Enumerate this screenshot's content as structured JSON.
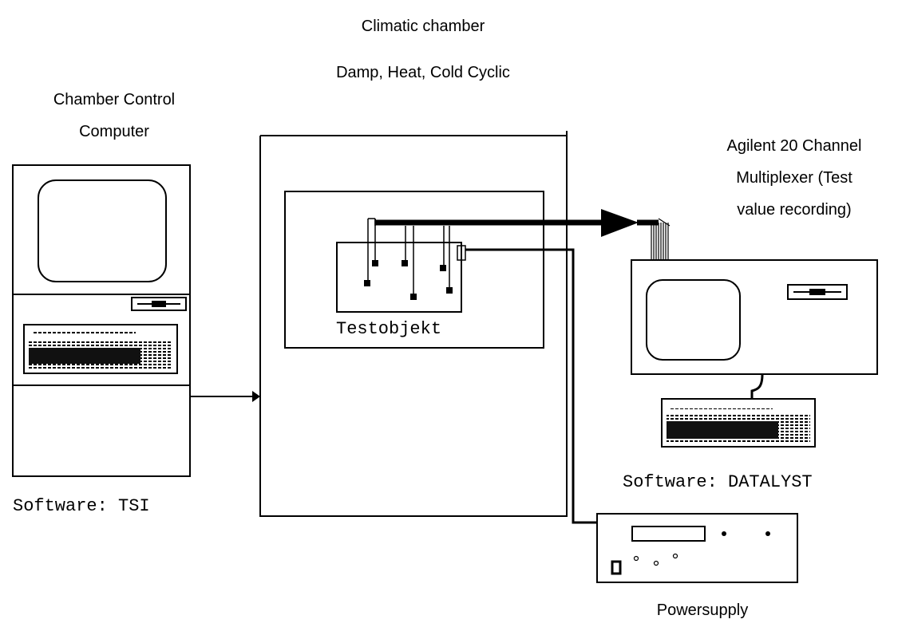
{
  "labels": {
    "chamber_title": "Climatic chamber",
    "chamber_modes": "Damp, Heat, Cold Cyclic",
    "control_computer_line1": "Chamber Control",
    "control_computer_line2": "Computer",
    "multiplexer_line1": "Agilent 20 Channel",
    "multiplexer_line2": "Multiplexer (Test",
    "multiplexer_line3": "value recording)",
    "test_object": "Testobjekt",
    "software_tsi": "Software: TSI",
    "software_datalyst": "Software: DATALYST",
    "power_supply": "Powersupply"
  }
}
